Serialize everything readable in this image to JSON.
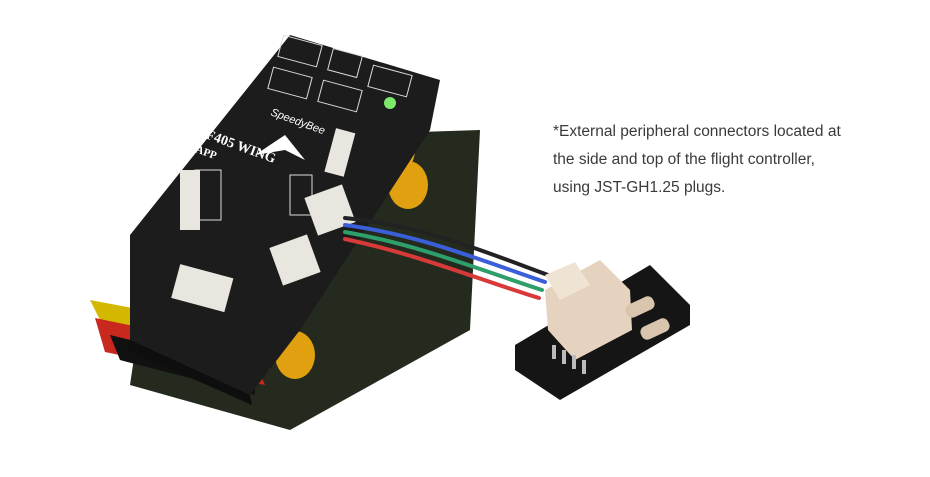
{
  "product": {
    "board_model": "F405 WING",
    "board_sublabel": "APP",
    "brand": "SpeedyBee"
  },
  "caption": {
    "lines": [
      "*External peripheral connectors located at",
      "the side and top of the flight controller,",
      "using JST-GH1.25 plugs."
    ]
  },
  "colors": {
    "background": "#ffffff",
    "pcb": "#1c1c1c",
    "capacitor": "#e8a818",
    "connector": "#e9e6e0",
    "sensor_body": "#e6d3bf",
    "cable_colors": [
      "#222222",
      "#3b5fd9",
      "#2e9e6a",
      "#d83a3a"
    ]
  }
}
